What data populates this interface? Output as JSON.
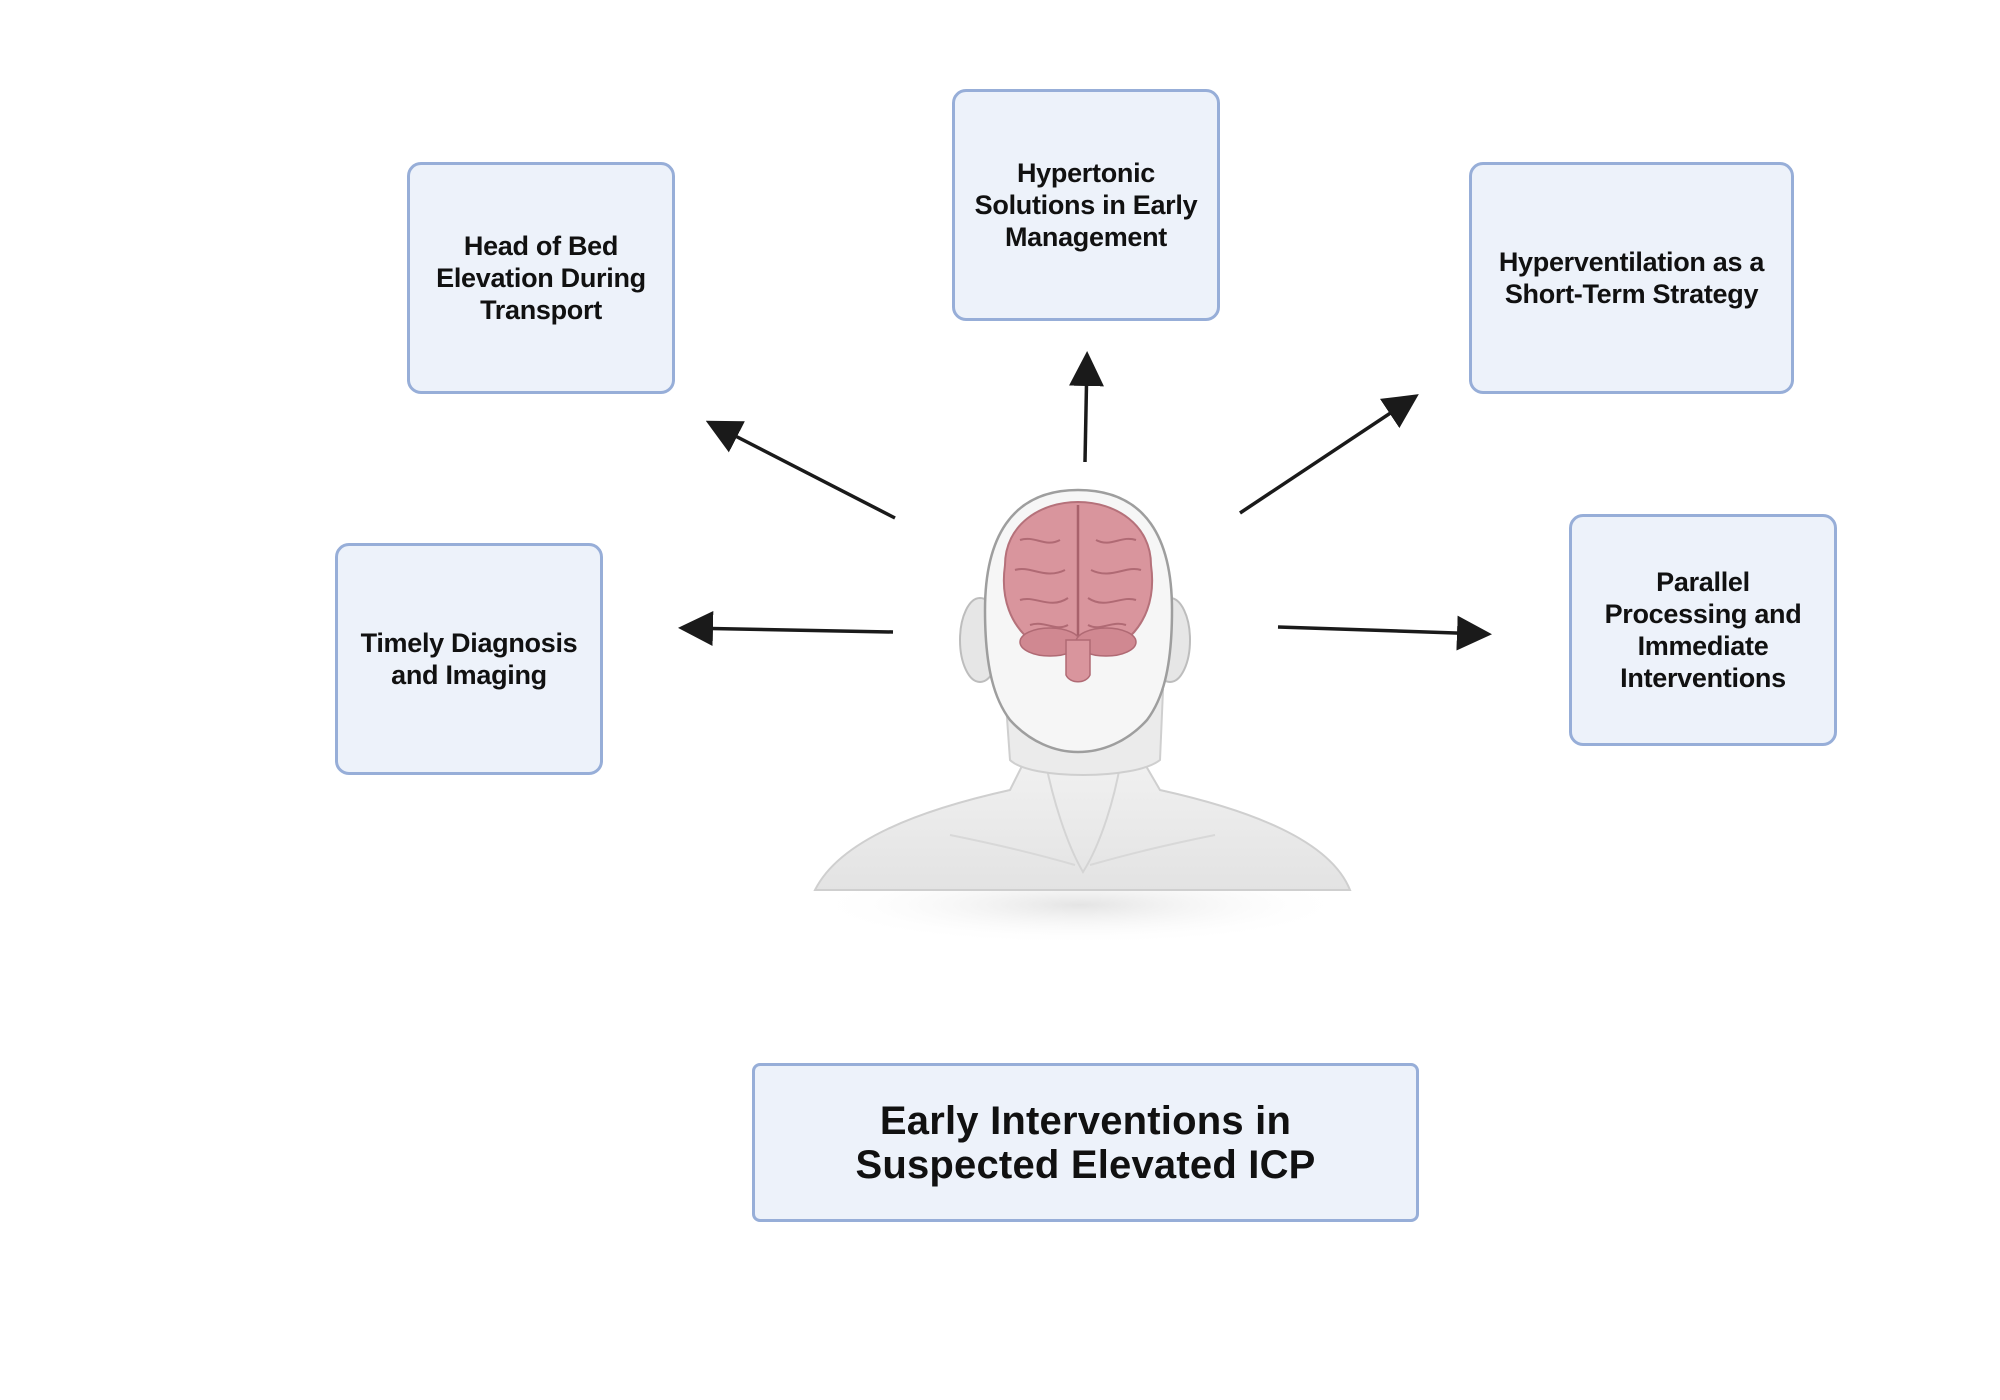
{
  "diagram": {
    "nodes": {
      "head_of_bed": "Head of Bed\nElevation During\nTransport",
      "hypertonic": "Hypertonic\nSolutions in Early\nManagement",
      "hyperventilation": "Hyperventilation as a\nShort-Term Strategy",
      "timely_diagnosis": "Timely Diagnosis\nand Imaging",
      "parallel_processing": "Parallel\nProcessing and\nImmediate\nInterventions"
    },
    "title": "Early Interventions in\nSuspected Elevated ICP",
    "center_image": "human-head-with-brain-illustration",
    "edges": [
      {
        "from": "center",
        "to": "head_of_bed"
      },
      {
        "from": "center",
        "to": "hypertonic"
      },
      {
        "from": "center",
        "to": "hyperventilation"
      },
      {
        "from": "center",
        "to": "timely_diagnosis"
      },
      {
        "from": "center",
        "to": "parallel_processing"
      }
    ]
  },
  "colors": {
    "box_fill": "#edf2fa",
    "box_border": "#97aed8",
    "arrow": "#1a1a1a",
    "brain": "#d9959d",
    "skin": "#ececec"
  }
}
